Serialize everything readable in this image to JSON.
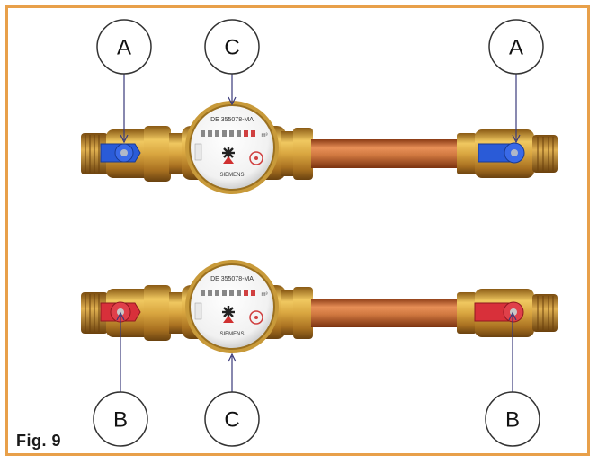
{
  "figure": {
    "label": "Fig. 9"
  },
  "callouts": {
    "top_left": "A",
    "top_center": "C",
    "top_right": "A",
    "bottom_left": "B",
    "bottom_center": "C",
    "bottom_right": "B"
  },
  "meters": {
    "top": {
      "serial": "DE 355078-MA",
      "brand": "SIEMENS",
      "unit": "m³"
    },
    "bottom": {
      "serial": "DE 355078-MA",
      "brand": "SIEMENS",
      "unit": "m³"
    }
  },
  "colors": {
    "frame": "#e8a04a",
    "brass": "#c89a3a",
    "copper_pipe": "#c8703a",
    "valve_handle_A": "#2a5bd7",
    "valve_handle_B": "#d8303a"
  }
}
